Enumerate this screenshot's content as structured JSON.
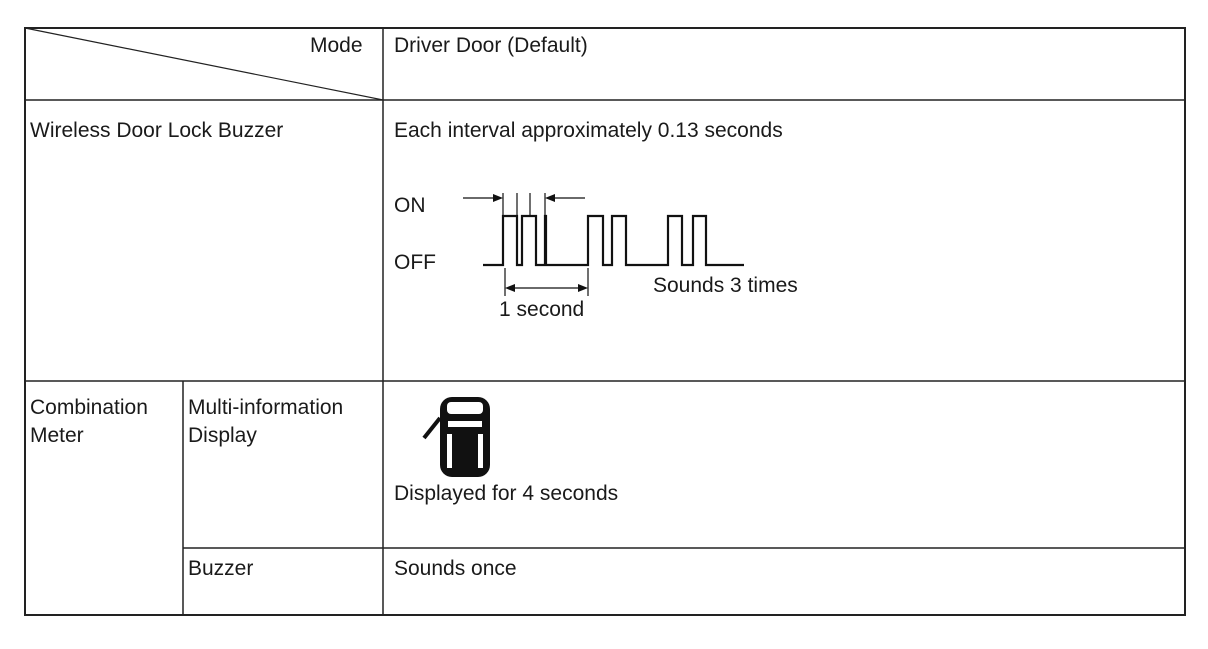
{
  "table": {
    "header": {
      "mode_label": "Mode",
      "mode_value": "Driver Door (Default)"
    },
    "rows": [
      {
        "label": "Wireless Door Lock Buzzer",
        "description": "Each interval approximately 0.13 seconds",
        "diagram": {
          "on_label": "ON",
          "off_label": "OFF",
          "period_label": "1 second",
          "sounds_label": "Sounds 3 times"
        }
      },
      {
        "group_label_line1": "Combination",
        "group_label_line2": "Meter",
        "sub_label_line1": "Multi-information",
        "sub_label_line2": "Display",
        "icon": "car-door-open-icon",
        "value": "Displayed for 4 seconds"
      },
      {
        "sub_label": "Buzzer",
        "value": "Sounds once"
      }
    ]
  }
}
